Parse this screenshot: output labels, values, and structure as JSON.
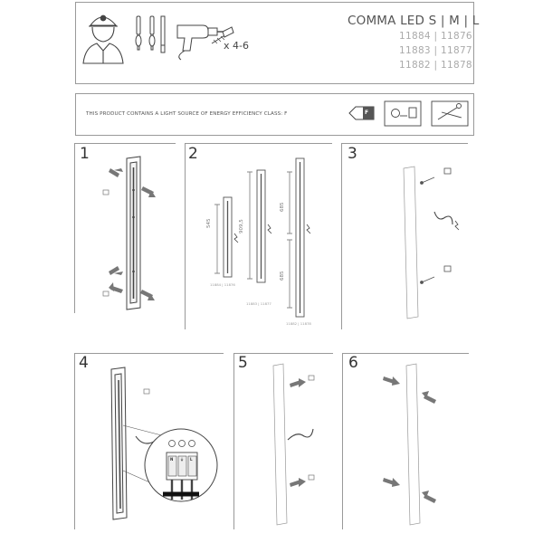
{
  "header": {
    "product_title": "COMMA LED S | M | L",
    "product_codes": [
      "11884 | 11876",
      "11883 | 11877",
      "11882 | 11878"
    ],
    "screw_count": "x 4-6"
  },
  "energy": {
    "statement": "THIS PRODUCT CONTAINS A LIGHT SOURCE OF ENERGY EFFICIENCY CLASS: F",
    "class_letter": "F"
  },
  "steps": {
    "s1": "1",
    "s2": "2",
    "s3": "3",
    "s4": "4",
    "s5": "5",
    "s6": "6"
  },
  "step2": {
    "dim_small": "545",
    "dim_medium": "909,5",
    "dim_large_top": "685",
    "dim_large_bottom": "685",
    "code_small": "11884 | 11876",
    "code_medium": "11883 | 11877",
    "code_large": "11882 | 11878"
  },
  "terminal": {
    "labels": [
      "N",
      "⏚",
      "L"
    ]
  },
  "colors": {
    "frame": "#9a9a9a",
    "arrow": "#6f6f6f",
    "line": "#444444"
  },
  "icons": [
    "installer-person-icon",
    "screwdriver-icon",
    "drill-icon",
    "screw-icon",
    "energy-label-icon",
    "smart-remote-icon",
    "tools-icon",
    "arrow-in-icon",
    "arrow-out-icon",
    "electric-cable-icon",
    "wire-connector-icon"
  ]
}
